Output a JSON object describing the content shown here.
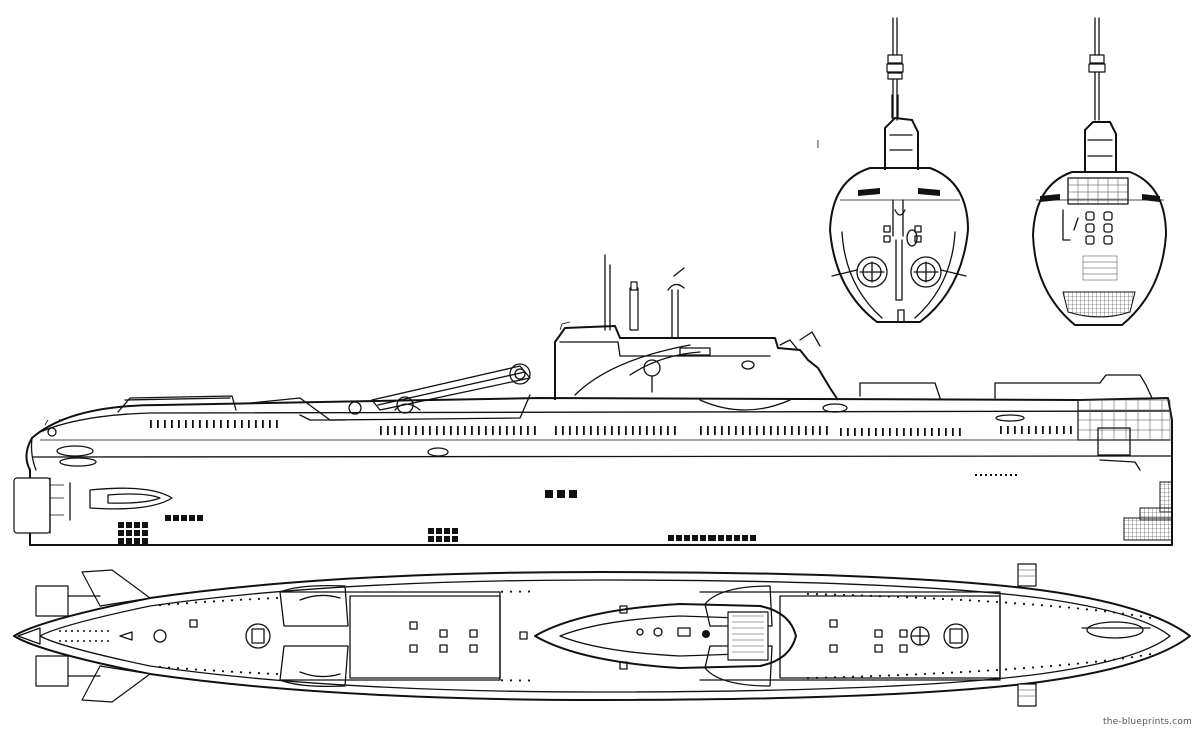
{
  "watermark": "the-blueprints.com",
  "views": [
    {
      "id": "side",
      "label": "side elevation"
    },
    {
      "id": "top",
      "label": "plan view"
    },
    {
      "id": "front",
      "label": "bow view"
    },
    {
      "id": "rear",
      "label": "stern view"
    }
  ],
  "colors": {
    "line": "#111111",
    "paper": "#ffffff"
  }
}
